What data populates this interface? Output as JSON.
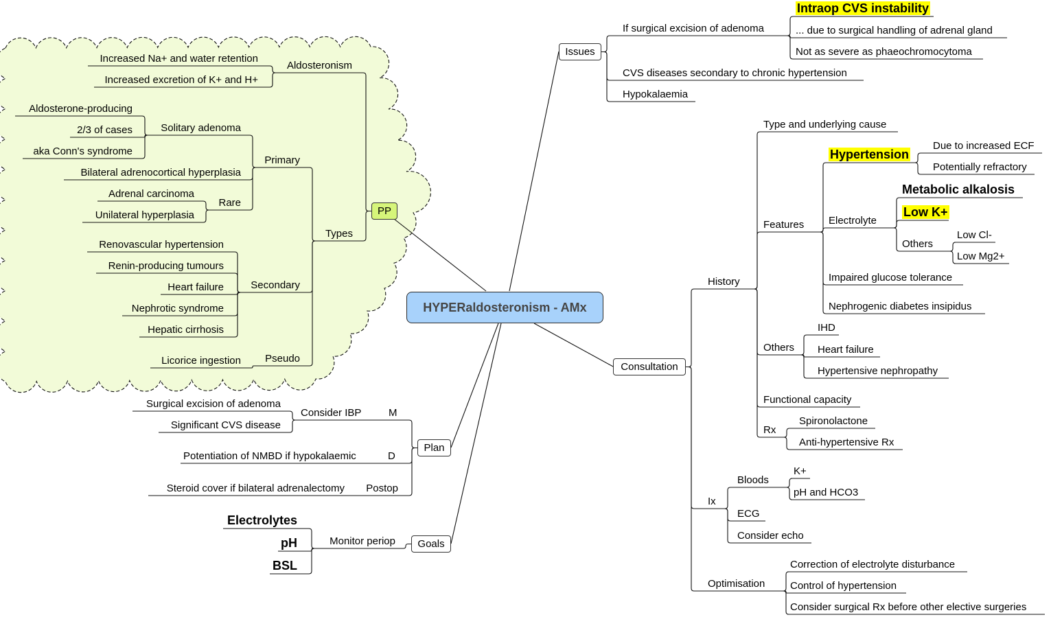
{
  "center": {
    "label": "HYPERaldosteronism - AMx"
  },
  "boxes": [
    {
      "id": "pp",
      "label": "PP"
    },
    {
      "id": "issues",
      "label": "Issues"
    },
    {
      "id": "consult",
      "label": "Consultation"
    },
    {
      "id": "plan",
      "label": "Plan"
    },
    {
      "id": "goals",
      "label": "Goals"
    }
  ],
  "nodes": [
    {
      "id": "surg",
      "parent": "issues",
      "label": "If surgical excision of adenoma"
    },
    {
      "id": "intraop",
      "parent": "surg",
      "label": "Intraop CVS instability",
      "style": "big-hl"
    },
    {
      "id": "handling",
      "parent": "surg",
      "label": "... due to surgical handling of adrenal gland"
    },
    {
      "id": "notsevere",
      "parent": "surg",
      "label": "Not as severe as phaeochromocytoma"
    },
    {
      "id": "cvsdis",
      "parent": "issues",
      "label": "CVS diseases secondary to chronic hypertension"
    },
    {
      "id": "hypok",
      "parent": "issues",
      "label": "Hypokalaemia"
    },
    {
      "id": "history",
      "parent": "consult",
      "label": "History"
    },
    {
      "id": "type",
      "parent": "history",
      "label": "Type and underlying cause"
    },
    {
      "id": "features",
      "parent": "history",
      "label": "Features"
    },
    {
      "id": "htn",
      "parent": "features",
      "label": "Hypertension",
      "style": "big-hl"
    },
    {
      "id": "ecf",
      "parent": "htn",
      "label": "Due to increased ECF"
    },
    {
      "id": "refr",
      "parent": "htn",
      "label": "Potentially refractory"
    },
    {
      "id": "electro",
      "parent": "features",
      "label": "Electrolyte"
    },
    {
      "id": "metalk",
      "parent": "electro",
      "label": "Metabolic alkalosis",
      "style": "big"
    },
    {
      "id": "lowk",
      "parent": "electro",
      "label": "Low K+",
      "style": "big-hl"
    },
    {
      "id": "eothers",
      "parent": "electro",
      "label": "Others"
    },
    {
      "id": "lowcl",
      "parent": "eothers",
      "label": "Low Cl-"
    },
    {
      "id": "lowmg",
      "parent": "eothers",
      "label": "Low Mg2+"
    },
    {
      "id": "igt",
      "parent": "features",
      "label": "Impaired glucose tolerance"
    },
    {
      "id": "ndi",
      "parent": "features",
      "label": "Nephrogenic diabetes insipidus"
    },
    {
      "id": "hothers",
      "parent": "history",
      "label": "Others"
    },
    {
      "id": "ihd",
      "parent": "hothers",
      "label": "IHD"
    },
    {
      "id": "hf2",
      "parent": "hothers",
      "label": "Heart failure"
    },
    {
      "id": "hneph",
      "parent": "hothers",
      "label": "Hypertensive nephropathy"
    },
    {
      "id": "func",
      "parent": "history",
      "label": "Functional capacity"
    },
    {
      "id": "rx",
      "parent": "history",
      "label": "Rx"
    },
    {
      "id": "spiro",
      "parent": "rx",
      "label": "Spironolactone"
    },
    {
      "id": "antihtn",
      "parent": "rx",
      "label": "Anti-hypertensive Rx"
    },
    {
      "id": "ix",
      "parent": "consult",
      "label": "Ix"
    },
    {
      "id": "bloods",
      "parent": "ix",
      "label": "Bloods"
    },
    {
      "id": "kplus",
      "parent": "bloods",
      "label": "K+"
    },
    {
      "id": "ph",
      "parent": "bloods",
      "label": "pH and HCO3"
    },
    {
      "id": "ecg",
      "parent": "ix",
      "label": "ECG"
    },
    {
      "id": "echo",
      "parent": "ix",
      "label": "Consider echo"
    },
    {
      "id": "optim",
      "parent": "consult",
      "label": "Optimisation"
    },
    {
      "id": "corr",
      "parent": "optim",
      "label": "Correction of electrolyte disturbance"
    },
    {
      "id": "ctrl",
      "parent": "optim",
      "label": "Control of hypertension"
    },
    {
      "id": "consid",
      "parent": "optim",
      "label": "Consider surgical Rx before other elective surgeries"
    },
    {
      "id": "aldo",
      "parent": "pp",
      "label": "Aldosteronism"
    },
    {
      "id": "na",
      "parent": "aldo",
      "label": "Increased Na+ and water retention"
    },
    {
      "id": "kh",
      "parent": "aldo",
      "label": "Increased excretion of K+ and H+"
    },
    {
      "id": "types",
      "parent": "pp",
      "label": "Types"
    },
    {
      "id": "primary",
      "parent": "types",
      "label": "Primary"
    },
    {
      "id": "solitary",
      "parent": "primary",
      "label": "Solitary adenoma"
    },
    {
      "id": "aldoprod",
      "parent": "solitary",
      "label": "Aldosterone-producing"
    },
    {
      "id": "twothirds",
      "parent": "solitary",
      "label": "2/3 of cases"
    },
    {
      "id": "conn",
      "parent": "solitary",
      "label": "aka Conn's syndrome"
    },
    {
      "id": "bilat",
      "parent": "primary",
      "label": "Bilateral adrenocortical hyperplasia"
    },
    {
      "id": "rare",
      "parent": "primary",
      "label": "Rare"
    },
    {
      "id": "carc",
      "parent": "rare",
      "label": "Adrenal carcinoma"
    },
    {
      "id": "unil",
      "parent": "rare",
      "label": "Unilateral hyperplasia"
    },
    {
      "id": "secondary",
      "parent": "types",
      "label": "Secondary"
    },
    {
      "id": "renovasc",
      "parent": "secondary",
      "label": "Renovascular hypertension"
    },
    {
      "id": "renin",
      "parent": "secondary",
      "label": "Renin-producing tumours"
    },
    {
      "id": "hf1",
      "parent": "secondary",
      "label": "Heart failure"
    },
    {
      "id": "nephrotic",
      "parent": "secondary",
      "label": "Nephrotic syndrome"
    },
    {
      "id": "hepatic",
      "parent": "secondary",
      "label": "Hepatic cirrhosis"
    },
    {
      "id": "pseudo",
      "parent": "types",
      "label": "Pseudo"
    },
    {
      "id": "licorice",
      "parent": "pseudo",
      "label": "Licorice ingestion"
    },
    {
      "id": "ibp",
      "parent": "plan",
      "label": "Consider IBP",
      "tag": "M"
    },
    {
      "id": "surgexc",
      "parent": "ibp",
      "label": "Surgical excision of adenoma"
    },
    {
      "id": "sigcvs",
      "parent": "ibp",
      "label": "Significant CVS disease"
    },
    {
      "id": "nmbd",
      "parent": "plan",
      "label": "Potentiation of NMBD if hypokalaemic",
      "tag": "D"
    },
    {
      "id": "postop",
      "parent": "plan",
      "label": "Postop"
    },
    {
      "id": "steroid",
      "parent": "postop",
      "label": "Steroid cover if bilateral adrenalectomy"
    },
    {
      "id": "monitor",
      "parent": "goals",
      "label": "Monitor periop"
    },
    {
      "id": "elytes",
      "parent": "monitor",
      "label": "Electrolytes",
      "style": "big"
    },
    {
      "id": "gph",
      "parent": "monitor",
      "label": "pH",
      "style": "big"
    },
    {
      "id": "bsl",
      "parent": "monitor",
      "label": "BSL",
      "style": "big"
    }
  ],
  "colors": {
    "cloud_fill": "#f2fbd8",
    "center_fill": "#a8d2fb",
    "pp_fill": "#d6f57a",
    "highlight": "#ffff00"
  }
}
